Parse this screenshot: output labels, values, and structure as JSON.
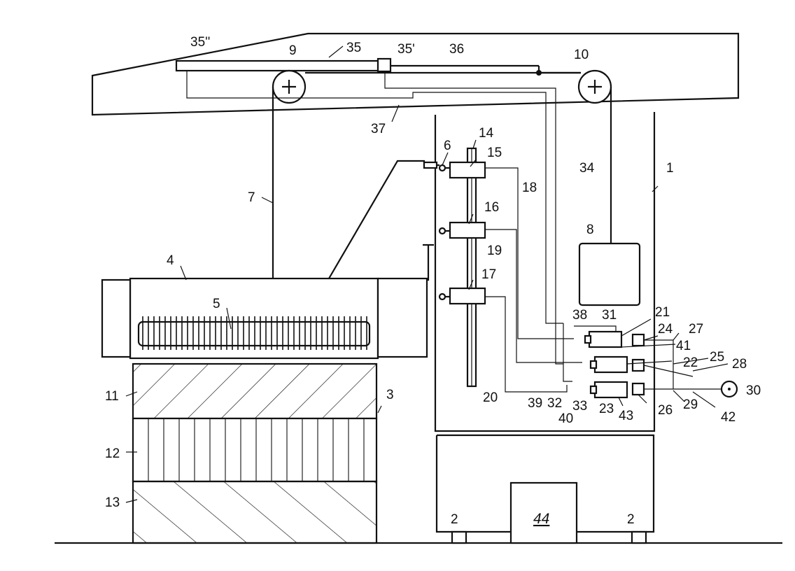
{
  "labels": {
    "l1": "1",
    "l2a": "2",
    "l2b": "2",
    "l3": "3",
    "l4": "4",
    "l5": "5",
    "l6": "6",
    "l7": "7",
    "l8": "8",
    "l9": "9",
    "l10": "10",
    "l11": "11",
    "l12": "12",
    "l13": "13",
    "l14": "14",
    "l15": "15",
    "l16": "16",
    "l17": "17",
    "l18": "18",
    "l19": "19",
    "l20": "20",
    "l21": "21",
    "l22": "22",
    "l23": "23",
    "l24": "24",
    "l25": "25",
    "l26": "26",
    "l27": "27",
    "l28": "28",
    "l29": "29",
    "l30": "30",
    "l31": "31",
    "l32": "32",
    "l33": "33",
    "l34": "34",
    "l35": "35",
    "l35p": "35'",
    "l35pp": "35''",
    "l36": "36",
    "l37": "37",
    "l38": "38",
    "l39": "39",
    "l40": "40",
    "l41": "41",
    "l42": "42",
    "l43": "43",
    "l44": "44"
  }
}
